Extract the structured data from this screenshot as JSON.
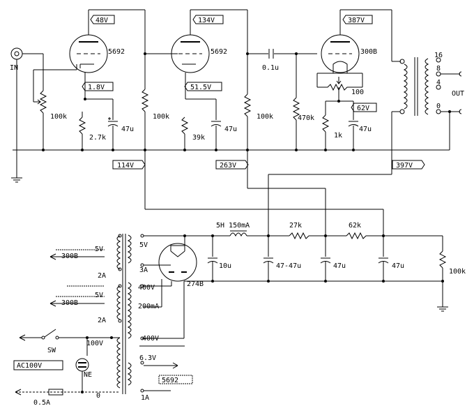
{
  "tubes": {
    "v1": {
      "type": "5692",
      "plate_voltage": "48V",
      "cathode_voltage": "1.8V"
    },
    "v2": {
      "type": "5692",
      "plate_voltage": "134V",
      "cathode_voltage": "51.5V"
    },
    "v3": {
      "type": "300B",
      "plate_voltage": "387V",
      "cathode_voltage": "62V"
    },
    "rect": {
      "type": "274B"
    }
  },
  "components": {
    "input_pot": "100k",
    "r_k1": "2.7k",
    "c_k1": "47u",
    "r_p1": "100k",
    "r_k2": "39k",
    "c_k2": "47u",
    "r_p2": "100k",
    "c_coupling": "0.1u",
    "r_grid3": "470k",
    "hum_pot": "100",
    "r_k3": "1k",
    "c_k3": "47u",
    "choke": "5H 150mA",
    "r_f1": "27k",
    "r_f2": "62k",
    "c_f0": "10u",
    "c_f1": "47-47u",
    "c_f2": "47u",
    "c_f3": "47u",
    "bleeder": "100k"
  },
  "labels": {
    "in": "IN",
    "out": "OUT",
    "b_plus_1": "114V",
    "b_plus_2": "263V",
    "b_plus_3": "397V",
    "out_taps": [
      "16",
      "8",
      "4",
      "0"
    ]
  },
  "power": {
    "w1_v": "5V",
    "w1_a": "2A",
    "w1_dest": "300B",
    "w2_v": "5V",
    "w2_a": "2A",
    "w2_dest": "300B",
    "w3_v": "5V",
    "w3_a": "3A",
    "hv_top": "400V",
    "hv_current": "200mA",
    "hv_bottom": "400V",
    "pri_tap": "100V",
    "pri_zero": "0",
    "heater_v": "6.3V",
    "heater_a": "1A",
    "heater_dest": "5692",
    "switch": "SW",
    "neon": "NE",
    "mains": "AC100V",
    "fuse": "0.5A"
  }
}
